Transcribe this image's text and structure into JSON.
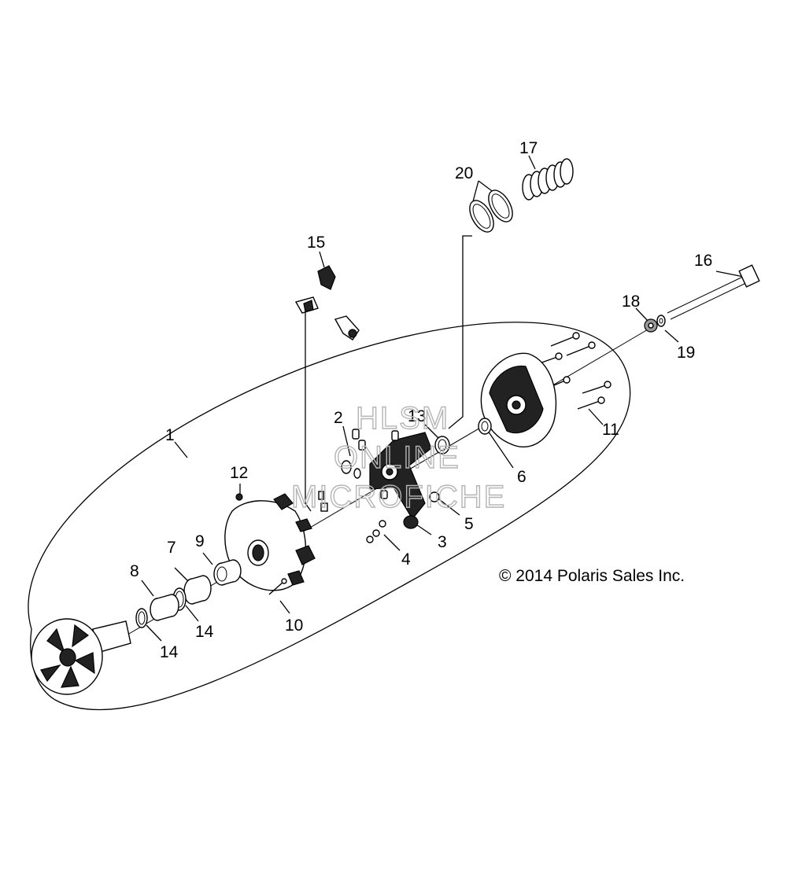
{
  "diagram": {
    "copyright": "© 2014 Polaris Sales Inc.",
    "watermark": [
      "HLSM",
      "ONLINE",
      "MICROFICHE"
    ],
    "callouts": [
      "1",
      "2",
      "3",
      "4",
      "5",
      "6",
      "7",
      "8",
      "9",
      "10",
      "11",
      "12",
      "13",
      "14",
      "14",
      "15",
      "16",
      "17",
      "18",
      "19",
      "20"
    ]
  }
}
